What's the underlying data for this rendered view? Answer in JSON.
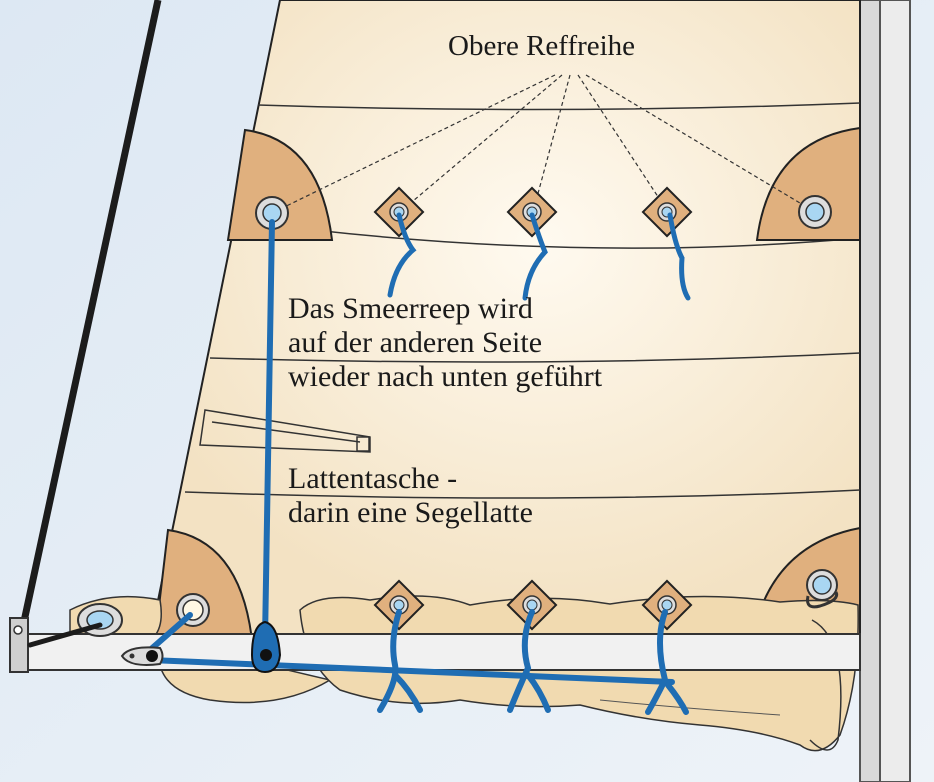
{
  "labels": {
    "upper_reef_row": "Obere Reffreihe",
    "reef_line": [
      "Das Smeerreep wird",
      "auf der anderen Seite",
      "wieder nach unten geführt"
    ],
    "batten_pocket": [
      "Lattentasche -",
      "darin eine Segellatte"
    ]
  },
  "colors": {
    "background": "#e4ecf4",
    "sail": "#f6ead2",
    "reef_patch": "#e0b07e",
    "reef_line": "#1f6db3",
    "eyelet": "#a9d6f2",
    "boom": "#f1f1f1",
    "mast": "#dcdcdc"
  }
}
